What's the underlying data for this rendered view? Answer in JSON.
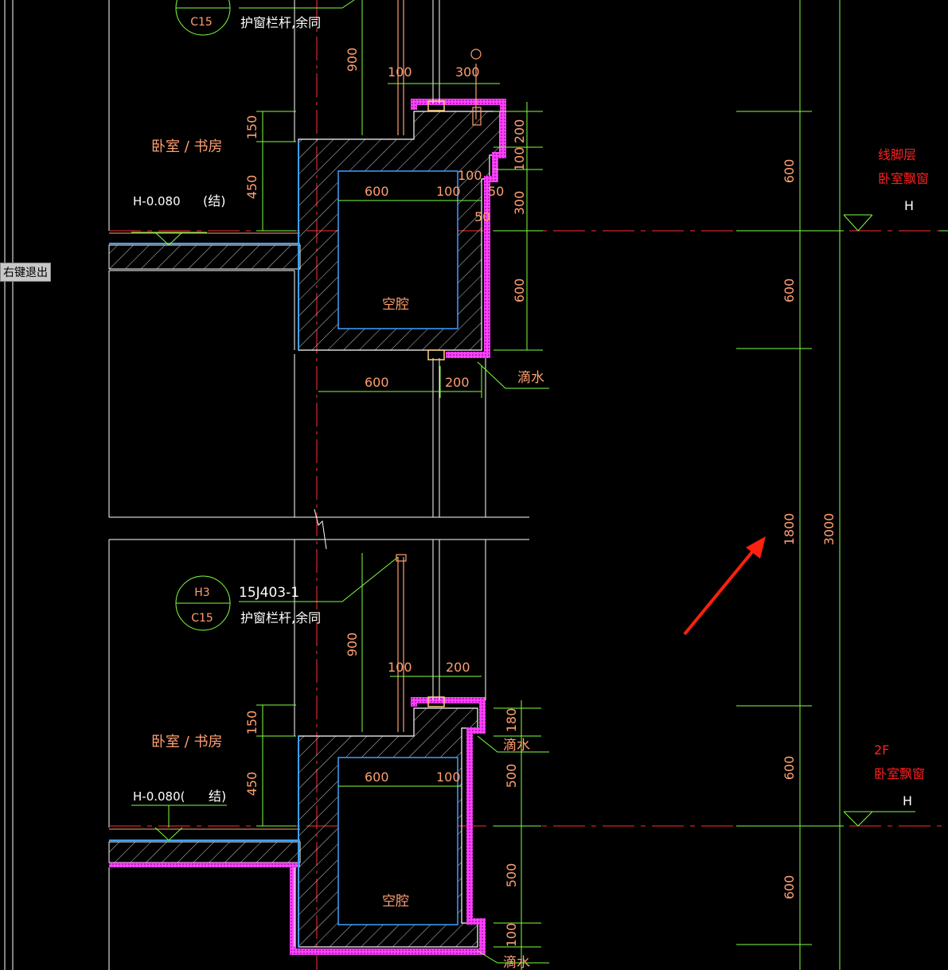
{
  "overlay": {
    "exit_tip": "右键退出"
  },
  "colors": {
    "background": "#000000",
    "wall": "#ffffff",
    "dimension": "#7fff3f",
    "leader": "#7fff3f",
    "label": "#ff9f70",
    "finish": "#ff3fff",
    "insulation": "#3fa0ff",
    "axis": "#ff3030",
    "level_note": "#ff2020",
    "window": "#ffd080",
    "arrow": "#ff2010"
  },
  "upper": {
    "detail_top": "C15",
    "detail_note": "护窗栏杆,余同",
    "room": "卧室 /  书房",
    "level": "H-0.080",
    "level_tag": "(结)",
    "cavity": "空腔",
    "drip": "滴水",
    "dims": {
      "rail_h": "900",
      "sill_w": "100",
      "top_w": "300",
      "d150": "150",
      "d450": "450",
      "d600a": "600",
      "d100a": "100",
      "d50a": "50",
      "d200v": "200",
      "d100v": "100",
      "d100b": "100",
      "d300v": "300",
      "d50b": "50",
      "d600v": "600",
      "bot600": "600",
      "bot200": "200"
    }
  },
  "lower": {
    "detail_top": "H3",
    "detail_bottom": "C15",
    "detail_ref": "15J403-1",
    "detail_note": "护窗栏杆,余同",
    "room": "卧室 /  书房",
    "level": "H-0.080(",
    "level_tag": "结)",
    "cavity": "空腔",
    "drip1": "滴水",
    "drip2": "滴水",
    "dims": {
      "rail_h": "900",
      "sill_w": "100",
      "top_w": "200",
      "d150": "150",
      "d450": "450",
      "d600": "600",
      "d100": "100",
      "d180": "180",
      "d500a": "500",
      "d500b": "500",
      "d100c": "100"
    }
  },
  "right": {
    "dims": {
      "d600a": "600",
      "d600b": "600",
      "d1800": "1800",
      "d600c": "600",
      "d600d": "600",
      "total": "3000"
    },
    "level1": {
      "line1": "线脚层",
      "line2": "卧室飘窗",
      "h": "H"
    },
    "level2": {
      "line1": "2F",
      "line2": "卧室飘窗",
      "h": "H"
    }
  }
}
